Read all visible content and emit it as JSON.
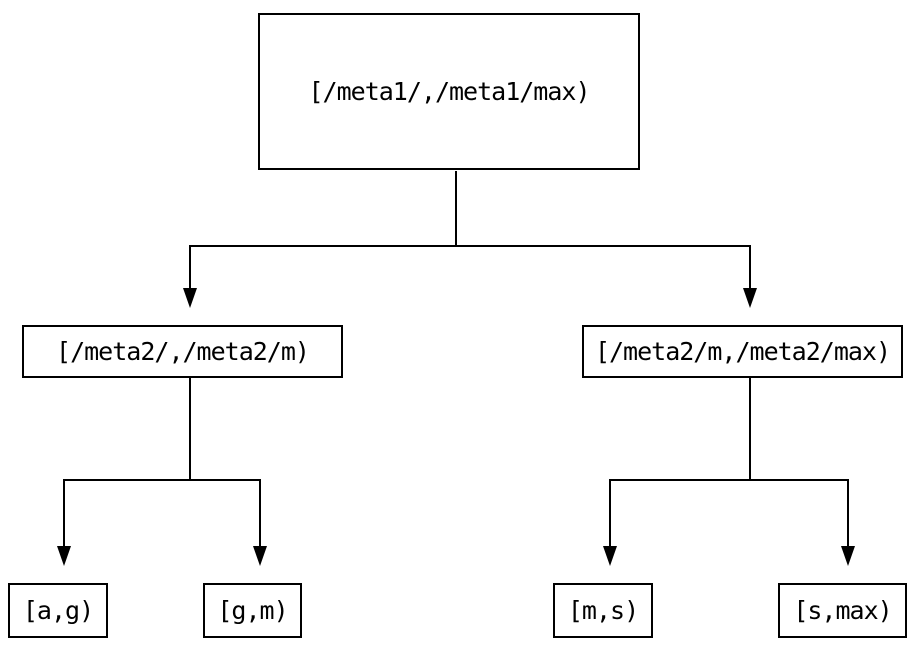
{
  "diagram": {
    "palette": {
      "line": "#000000",
      "box_border": "#000000",
      "text": "#000000",
      "background": "#ffffff"
    },
    "nodes": {
      "root": {
        "label": "[/meta1/,/meta1/max)"
      },
      "left_child": {
        "label": "[/meta2/,/meta2/m)"
      },
      "right_child": {
        "label": "[/meta2/m,/meta2/max)"
      },
      "leaf_ag": {
        "label": "[a,g)"
      },
      "leaf_gm": {
        "label": "[g,m)"
      },
      "leaf_ms": {
        "label": "[m,s)"
      },
      "leaf_smax": {
        "label": "[s,max)"
      }
    },
    "edges": [
      {
        "from": "root",
        "to": "left_child"
      },
      {
        "from": "root",
        "to": "right_child"
      },
      {
        "from": "left_child",
        "to": "leaf_ag"
      },
      {
        "from": "left_child",
        "to": "leaf_gm"
      },
      {
        "from": "right_child",
        "to": "leaf_ms"
      },
      {
        "from": "right_child",
        "to": "leaf_smax"
      }
    ]
  }
}
